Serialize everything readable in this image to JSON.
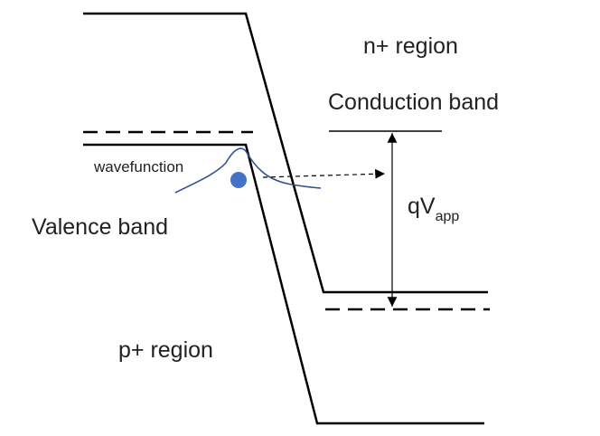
{
  "labels": {
    "n_region": "n+ region",
    "conduction_band": "Conduction band",
    "wavefunction": "wavefunction",
    "valence_band": "Valence band",
    "qv_main": "qV",
    "qv_sub": "app",
    "p_region": "p+ region"
  },
  "colors": {
    "band_line": "#000000",
    "wavefunction": "#2f528f",
    "electron": "#4472c4",
    "text": "#222222"
  }
}
